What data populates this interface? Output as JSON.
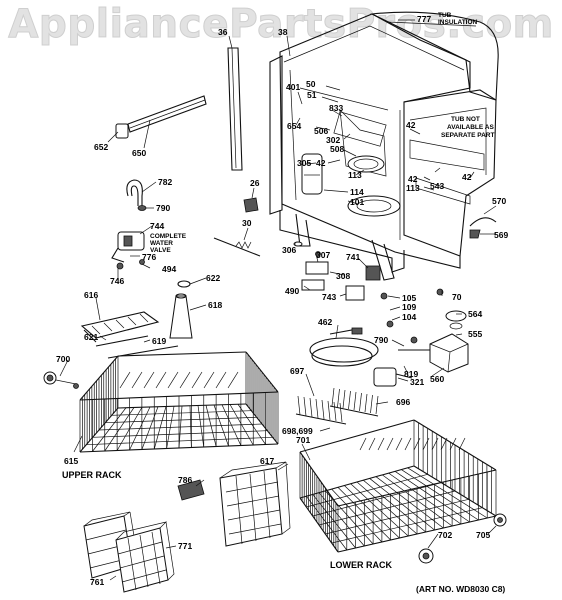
{
  "watermark": "AppliancePartsPros.com",
  "notes": {
    "tub_insulation_line1": "TUB",
    "tub_insulation_line2": "INSULATION",
    "tub_not_available_line1": "TUB NOT",
    "tub_not_available_line2": "AVAILABLE AS",
    "tub_not_available_line3": "SEPARATE PART",
    "water_valve_line1": "COMPLETE",
    "water_valve_line2": "WATER",
    "water_valve_line3": "VALVE",
    "upper_rack": "UPPER RACK",
    "lower_rack": "LOWER RACK",
    "art_no": "(ART NO. WD8030 C8)"
  },
  "parts": {
    "p777": "777",
    "p36": "36",
    "p38": "38",
    "p401": "401",
    "p50": "50",
    "p51": "51",
    "p833": "833",
    "p654": "654",
    "p506": "506",
    "p302": "302",
    "p508": "508",
    "p42a": "42",
    "p42b": "42",
    "p42c": "42",
    "p42d": "42",
    "p305": "305",
    "p113a": "113",
    "p113b": "113",
    "p114": "114",
    "p101": "101",
    "p543": "543",
    "p652": "652",
    "p650": "650",
    "p782": "782",
    "p790a": "790",
    "p26": "26",
    "p570": "570",
    "p569": "569",
    "p744": "744",
    "p30": "30",
    "p776": "776",
    "p494": "494",
    "p746": "746",
    "p306": "306",
    "p307": "307",
    "p741": "741",
    "p308": "308",
    "p490": "490",
    "p743": "743",
    "p70": "70",
    "p622": "622",
    "p616": "616",
    "p618": "618",
    "p105": "105",
    "p109": "109",
    "p104": "104",
    "p564": "564",
    "p555": "555",
    "p621": "621",
    "p619": "619",
    "p462": "462",
    "p790b": "790",
    "p560": "560",
    "p700": "700",
    "p697": "697",
    "p819": "819",
    "p321": "321",
    "p696": "696",
    "p698": "698,699",
    "p615": "615",
    "p701": "701",
    "p617": "617",
    "p786": "786",
    "p771": "771",
    "p761": "761",
    "p702": "702",
    "p705": "705"
  },
  "icons": [
    "tub-drawing",
    "dishwasher-rack-drawing",
    "basket-drawing",
    "water-valve-drawing",
    "pump-drawing"
  ]
}
